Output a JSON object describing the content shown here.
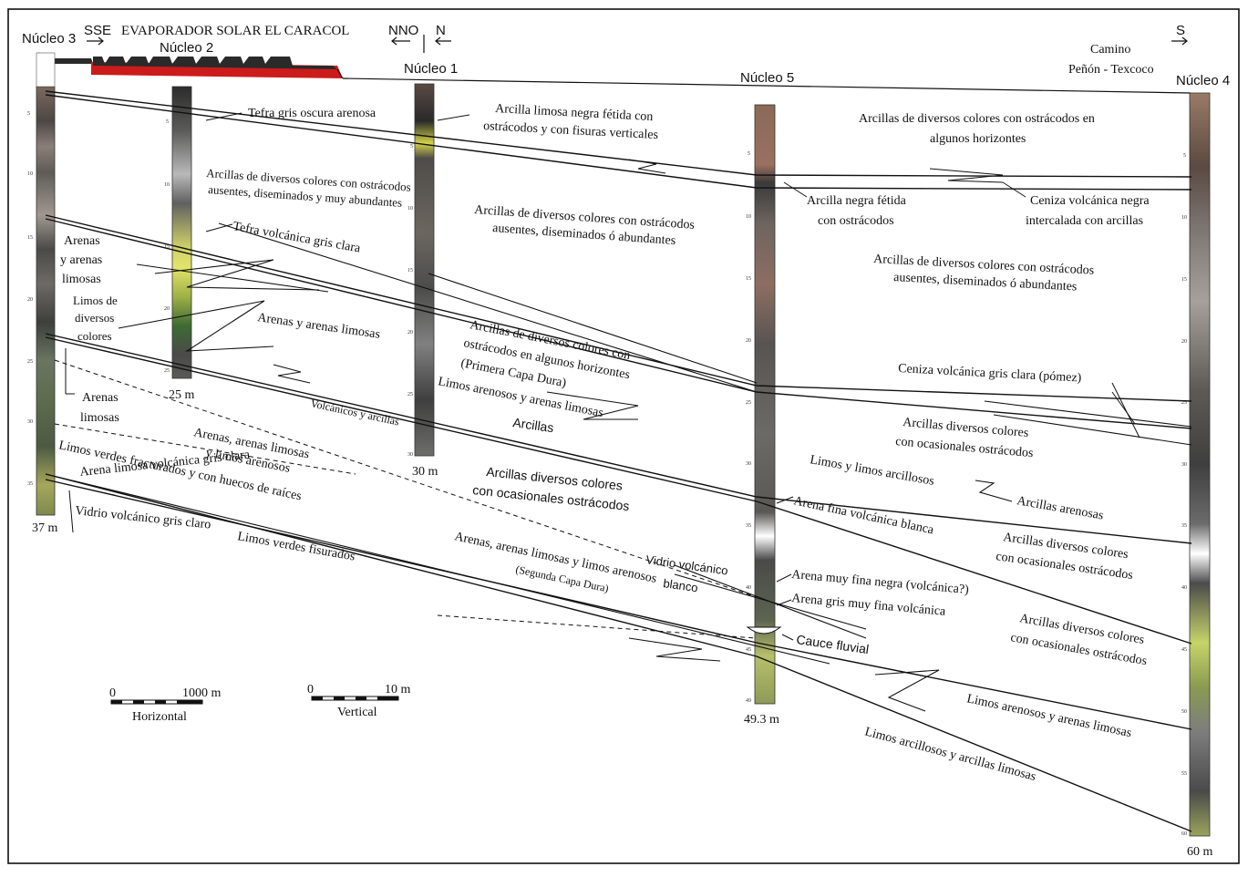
{
  "header": {
    "evaporator": "EVAPORADOR SOLAR EL CARACOL",
    "camino": [
      "Camino",
      "Peñón - Texcoco"
    ],
    "directions": {
      "sse": "SSE",
      "nno": "NNO",
      "n": "N",
      "s": "S"
    }
  },
  "cores": [
    {
      "id": "core-3",
      "name": "Núcleo 3",
      "depth_label": "37 m",
      "ticks": [
        "5",
        "10",
        "15",
        "20",
        "25",
        "30",
        "35"
      ]
    },
    {
      "id": "core-2",
      "name": "Núcleo 2",
      "depth_label": "25 m",
      "ticks": [
        "5",
        "10",
        "15",
        "20",
        "25"
      ]
    },
    {
      "id": "core-1",
      "name": "Núcleo 1",
      "depth_label": "30 m",
      "ticks": [
        "5",
        "10",
        "15",
        "20",
        "25",
        "30"
      ]
    },
    {
      "id": "core-5",
      "name": "Núcleo 5",
      "depth_label": "49.3 m",
      "ticks": [
        "5",
        "10",
        "15",
        "20",
        "25",
        "30",
        "35",
        "40",
        "45",
        "49"
      ]
    },
    {
      "id": "core-4",
      "name": "Núcleo 4",
      "depth_label": "60 m",
      "ticks": [
        "5",
        "10",
        "15",
        "20",
        "25",
        "30",
        "35",
        "40",
        "45",
        "50",
        "55",
        "60"
      ]
    }
  ],
  "units": {
    "tefra_oscura": "Tefra gris oscura arenosa",
    "arcilla_limosa_1": "Arcilla limosa negra fétida con",
    "arcilla_limosa_2": "ostrácodos y con fisuras verticales",
    "arcillas_top_1": "Arcillas de diversos colores con ostrácodos en",
    "arcillas_top_2": "algunos horizontes",
    "arcilla_negra_1": "Arcilla negra fétida",
    "arcilla_negra_2": "con ostrácodos",
    "ceniza_negra_1": "Ceniza volcánica negra",
    "ceniza_negra_2": "intercalada con arcillas",
    "n2_arcillas_1": "Arcillas de diversos colores con ostrácodos",
    "n2_arcillas_2": "ausentes, diseminados y muy abundantes",
    "n1_arcillas_1": "Arcillas de diversos colores  con ostrácodos",
    "n1_arcillas_2": "ausentes, diseminados ó abundantes",
    "n4_arcillas_1": "Arcillas de diversos colores  con ostrácodos",
    "n4_arcillas_2": "ausentes, diseminados ó abundantes",
    "tefra_clara": "Tefra volcánica gris clara",
    "arenas_1": "Arenas",
    "arenas_2": "y arenas",
    "arenas_3": "limosas",
    "limos_1": "Limos de",
    "limos_2": "diversos",
    "limos_3": "colores",
    "arenas_limosas": "Arenas y arenas limosas",
    "primera_1": "Arcillas de diversos colores con",
    "primera_2": "ostrácodos en algunos horizontes",
    "primera_3": "(Primera Capa Dura)",
    "ceniza_pomez": "Ceniza volcánica gris clara (pómez)",
    "arcillas_div_1": "Arcillas diversos colores",
    "arcillas_div_2": "con ocasionales ostrácodos",
    "limos_arenosos": "Limos arenosos y arenas limosas",
    "arcillas": "Arcillas",
    "volcanicos": "Volcánicos y arcillas",
    "arenas_limosas_n3_1": "Arenas",
    "arenas_limosas_n3_2": "limosas",
    "arenas_limos_1": "Arenas, arenas limosas",
    "arenas_limos_2": "y limos arenosos",
    "arcillas_mid_1": "Arcillas diversos colores",
    "arcillas_mid_2": "con ocasionales ostrácodos",
    "limos_arcillosos": "Limos y limos arcillosos",
    "arcillas_arenosas": "Arcillas arenosas",
    "limos_verdes_fract": "Limos verdes fracturados y con huecos de raíces",
    "arena_limosa_volc": "Arena limosa volcánica gris clara",
    "vidrio_claro": "Vidrio volcánico gris claro",
    "limos_verdes_fis": "Limos verdes fisurados",
    "arena_fina_blanca": "Arena fina volcánica blanca",
    "arcillas_r1_1": "Arcillas diversos colores",
    "arcillas_r1_2": "con ocasionales ostrácodos",
    "segunda_1": "Arenas, arenas limosas y limos arenosos",
    "segunda_2": "(Segunda Capa Dura)",
    "vidrio_blanco_1": "Vidrio volcánico",
    "vidrio_blanco_2": "blanco",
    "arena_negra": "Arena muy fina negra (volcánica?)",
    "arena_gris": "Arena gris muy fina volcánica",
    "cauce": "Cauce fluvial",
    "arcillas_r2_1": "Arcillas diversos colores",
    "arcillas_r2_2": "con ocasionales ostrácodos",
    "limos_arenosos_bottom": "Limos arenosos y arenas limosas",
    "limos_arcillosos_bottom": "Limos arcillosos y arcillas limosas"
  },
  "scales": {
    "horizontal_start": "0",
    "horizontal_end": "1000 m",
    "horizontal_label": "Horizontal",
    "vertical_start": "0",
    "vertical_end": "10 m",
    "vertical_label": "Vertical"
  },
  "colors": {
    "evaporator_red": "#cc1b1b",
    "evaporator_dark": "#2a2a2a",
    "line": "#111111"
  }
}
